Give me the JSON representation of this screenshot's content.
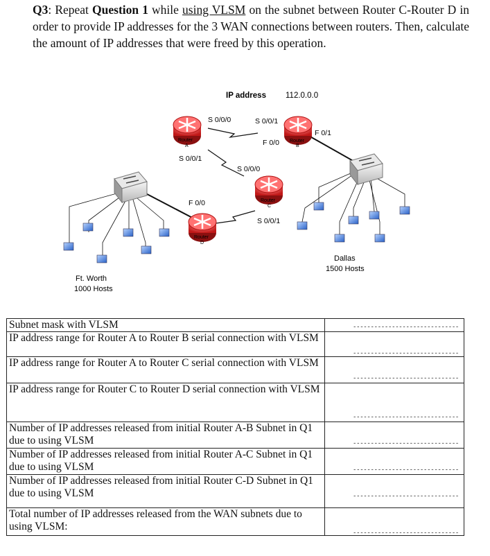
{
  "question": {
    "label": "Q3",
    "t1": ": Repeat ",
    "bold": "Question 1",
    "t2": " while ",
    "underline": "using VLSM",
    "t3": " on the subnet between Router C-Router D in order to provide IP addresses for the 3 WAN connections between routers. Then, calculate the amount of IP addresses that were freed by this operation."
  },
  "diagram": {
    "ip_label": "IP address",
    "ip_value": "112.0.0.0",
    "router_word": "Router",
    "router_a": "A",
    "router_b": "B",
    "router_c": "C",
    "router_d": "D",
    "a_s000": "S 0/0/0",
    "a_s001": "S 0/0/1",
    "b_s001": "S 0/0/1",
    "b_f00": "F 0/0",
    "b_f01": "F 0/1",
    "c_s000": "S 0/0/0",
    "c_s001": "S 0/0/1",
    "d_f00": "F 0/0",
    "ftworth_name": "Ft. Worth",
    "ftworth_hosts": "1000 Hosts",
    "dallas_name": "Dallas",
    "dallas_hosts": "1500 Hosts"
  },
  "table": {
    "dashes": "--------------------------------",
    "rows": [
      {
        "label": "Subnet mask with VLSM"
      },
      {
        "label": "IP address range for Router A to Router B serial connection with VLSM"
      },
      {
        "label": "IP address range for Router A to Router C serial connection with VLSM"
      },
      {
        "label": "IP address range for Router C to Router D serial connection with VLSM"
      },
      {
        "label": "Number of IP addresses released from initial Router A-B Subnet in Q1 due to using VLSM"
      },
      {
        "label": "Number of IP addresses released from initial Router A-C Subnet in Q1 due to using VLSM"
      },
      {
        "label": "Number of IP addresses released from initial Router C-D Subnet in Q1 due to using VLSM"
      },
      {
        "label": "Total number of IP addresses released from the WAN subnets due to using VLSM:"
      }
    ]
  }
}
